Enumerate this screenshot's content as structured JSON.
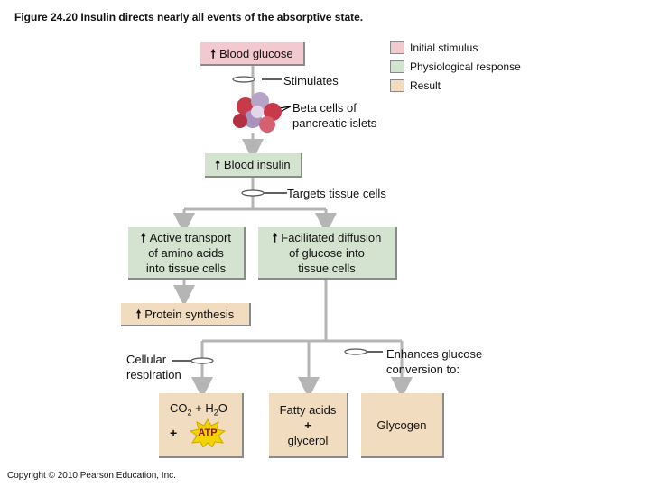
{
  "title": "Figure 24.20  Insulin directs nearly all events of the absorptive state.",
  "legend": [
    {
      "label": "Initial stimulus",
      "color": "#f3c9d0"
    },
    {
      "label": "Physiological response",
      "color": "#d3e3cf"
    },
    {
      "label": "Result",
      "color": "#f2dcc0"
    }
  ],
  "nodes": {
    "blood_glucose": "Blood glucose",
    "stimulates": "Stimulates",
    "beta_cells_line1": "Beta cells of",
    "beta_cells_line2": "pancreatic islets",
    "blood_insulin": "Blood insulin",
    "targets": "Targets tissue cells",
    "active_line1": "Active transport",
    "active_line2": "of amino acids",
    "active_line3": "into tissue cells",
    "facil_line1": "Facilitated diffusion",
    "facil_line2": "of glucose into",
    "facil_line3": "tissue cells",
    "protein": "Protein synthesis",
    "cellular_line1": "Cellular",
    "cellular_line2": "respiration",
    "enhances_line1": "Enhances glucose",
    "enhances_line2": "conversion to:",
    "co2": "CO",
    "co2_sub": "2",
    "h2o_pre": " + H",
    "h2o_sub": "2",
    "h2o_post": "O",
    "plus_atp": "+",
    "atp": "ATP",
    "fatty_line1": "Fatty acids",
    "fatty_line2": "+",
    "fatty_line3": "glycerol",
    "glycogen": "Glycogen"
  },
  "up_arrow": "🠕",
  "copyright": "Copyright © 2010 Pearson Education, Inc."
}
